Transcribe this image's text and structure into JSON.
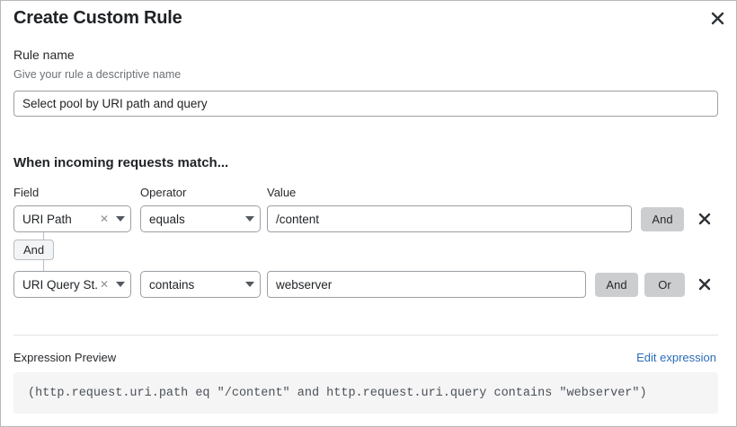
{
  "dialog": {
    "title": "Create Custom Rule",
    "close_icon": "close-icon"
  },
  "rule_name": {
    "label": "Rule name",
    "help": "Give your rule a descriptive name",
    "value": "Select pool by URI path and query",
    "placeholder": "Select pool by URI path and query"
  },
  "conditions": {
    "heading": "When incoming requests match...",
    "columns": {
      "field": "Field",
      "operator": "Operator",
      "value": "Value"
    },
    "connector": {
      "label": "And"
    },
    "rows": [
      {
        "field": "URI Path",
        "operator": "equals",
        "value": "/content",
        "clear_icon": "clear-icon",
        "caret_icon": "chevron-down-icon",
        "delete_icon": "delete-icon",
        "logic_buttons": [
          "And"
        ]
      },
      {
        "field": "URI Query St...",
        "operator": "contains",
        "value": "webserver",
        "clear_icon": "clear-icon",
        "caret_icon": "chevron-down-icon",
        "delete_icon": "delete-icon",
        "logic_buttons": [
          "And",
          "Or"
        ]
      }
    ]
  },
  "expression": {
    "label": "Expression Preview",
    "edit_link": "Edit expression",
    "text": "(http.request.uri.path eq \"/content\" and http.request.uri.query contains \"webserver\")"
  },
  "colors": {
    "link": "#2b6cb8",
    "logic_button_bg": "#cccdce",
    "preview_bg": "#f5f5f6"
  }
}
